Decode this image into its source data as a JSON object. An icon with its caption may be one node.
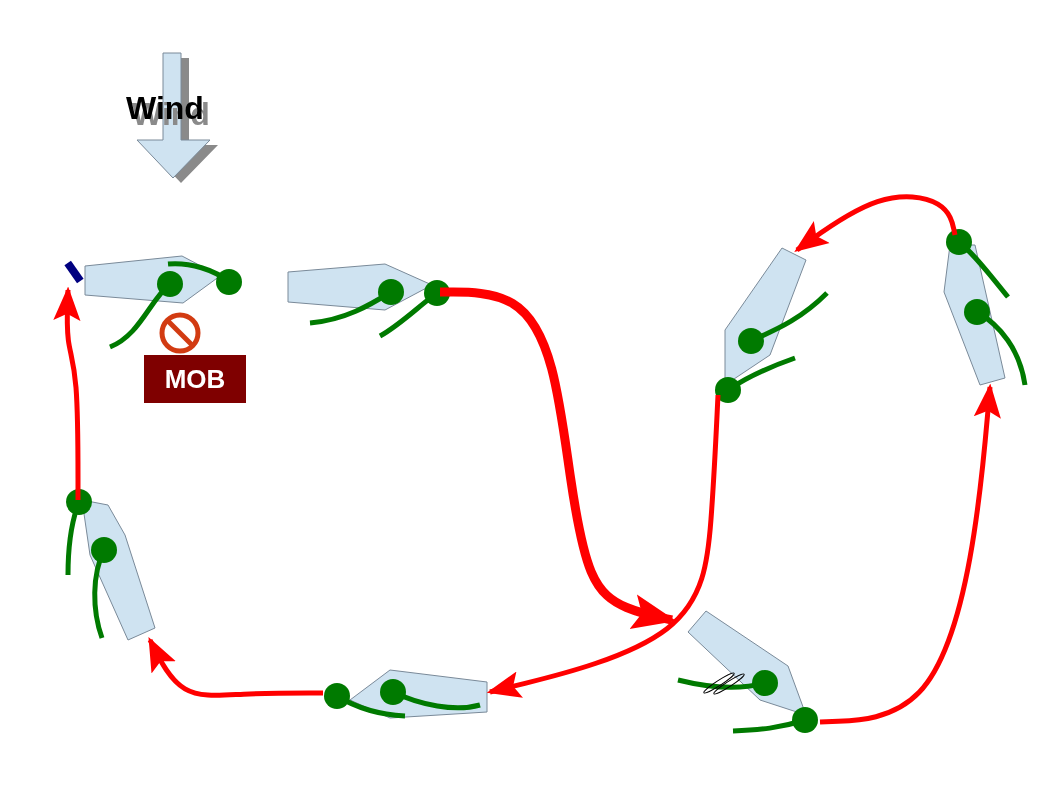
{
  "diagram": {
    "nodes": [
      {
        "text": [],
        "shape": "picture"
      },
      {
        "text": [],
        "shape": "picture"
      },
      {
        "text": [],
        "shape": "picture"
      },
      {
        "text": [],
        "shape": "picture"
      },
      {
        "text": [],
        "shape": "picture"
      },
      {
        "text": [],
        "shape": "picture"
      },
      {
        "text": [],
        "shape": "picture"
      },
      {
        "text": [
          "MOB"
        ]
      },
      {
        "text": [
          "Wind"
        ]
      }
    ],
    "edges": [
      {
        "from": 1,
        "to": 6,
        "arrow": "to",
        "style": "thick"
      },
      {
        "from": 6,
        "to": 3,
        "arrow": "to"
      },
      {
        "from": 3,
        "to": 2,
        "arrow": "to"
      },
      {
        "from": 2,
        "to": 5,
        "arrow": "to"
      },
      {
        "from": 5,
        "to": 4,
        "arrow": "to"
      },
      {
        "from": 4,
        "to": 0,
        "arrow": "to"
      }
    ]
  }
}
